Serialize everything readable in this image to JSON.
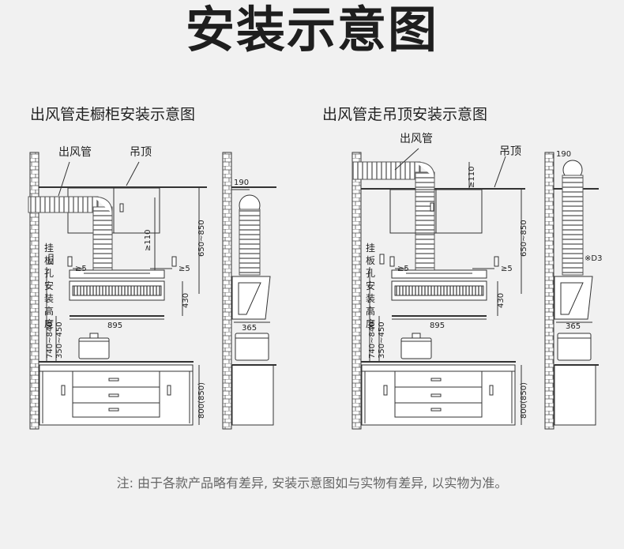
{
  "title": "安装示意图",
  "left": {
    "subtitle": "出风管走橱柜安装示意图",
    "label_duct": "出风管",
    "label_ceiling": "吊顶",
    "vertical_label": [
      "挂",
      "板",
      "孔",
      "安",
      "装",
      "高",
      "度"
    ],
    "dims": {
      "ge110": "≥110",
      "height_650_850": "650~850",
      "ge5_left": "≥5",
      "ge5_right": "≥5",
      "d430": "430",
      "d895": "895",
      "h740_840": "740~840",
      "h350_450": "350~450",
      "h800": "800(850)",
      "side190": "190",
      "side365": "365"
    }
  },
  "right": {
    "subtitle": "出风管走吊顶安装示意图",
    "label_duct": "出风管",
    "label_ceiling": "吊顶",
    "vertical_label": [
      "挂",
      "板",
      "孔",
      "安",
      "装",
      "高",
      "度"
    ],
    "dims": {
      "ge110": "≥110",
      "height_650_850": "650~850",
      "ge5_left": "≥5",
      "ge5_right": "≥5",
      "d430": "430",
      "d895": "895",
      "h740_840": "740~840",
      "h350_450": "350~450",
      "h800": "800(850)",
      "side190": "190",
      "side365": "365",
      "d3_note": "※D3"
    }
  },
  "note": "注: 由于各款产品略有差异, 安装示意图如与实物有差异, 以实物为准。"
}
